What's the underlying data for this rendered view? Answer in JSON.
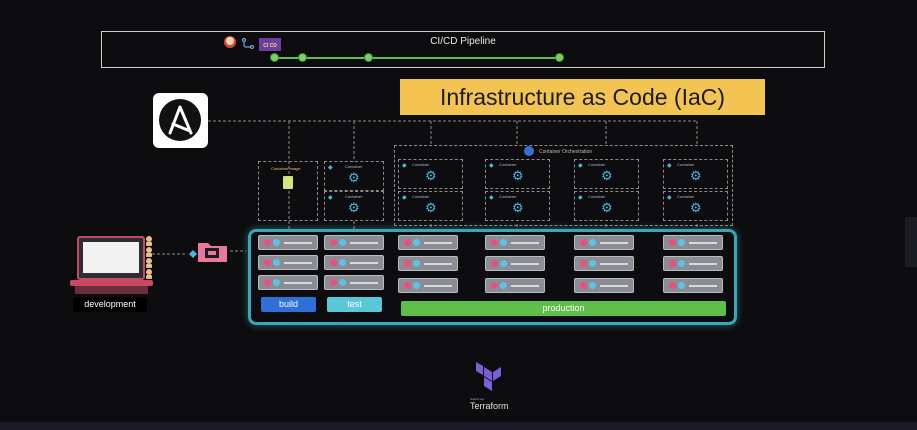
{
  "pipeline": {
    "title": "CI/CD Pipeline",
    "cicd_badge": "CI CD"
  },
  "banner": {
    "text": "Infrastructure as Code (IaC)"
  },
  "developer": {
    "label": "development"
  },
  "container_image": {
    "label": "Container Image"
  },
  "container": {
    "label": "Container"
  },
  "orchestration": {
    "label": "Container Orchestration"
  },
  "environments": {
    "build": {
      "label": "build",
      "color": "#2f6fd8"
    },
    "test": {
      "label": "test",
      "color": "#58c7d8"
    },
    "production": {
      "label": "production",
      "color": "#5fbf4b"
    }
  },
  "terraform": {
    "label": "Terraform",
    "sub": "HashiCorp"
  },
  "colors": {
    "accent_yellow": "#f3c451",
    "frame_teal": "#3aa6b6",
    "pipeline_green": "#5fbf4b"
  }
}
